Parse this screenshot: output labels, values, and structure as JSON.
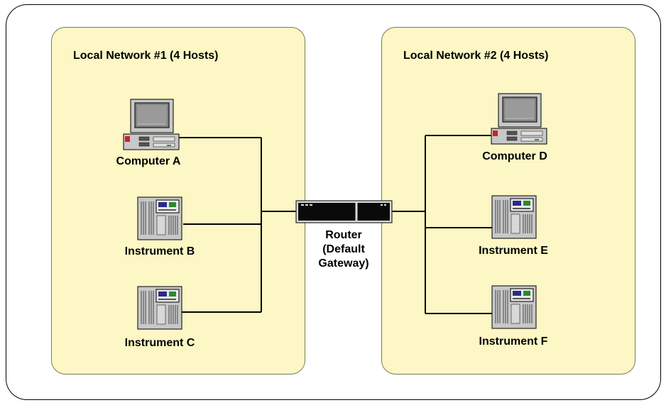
{
  "networks": [
    {
      "title": "Local Network #1 (4 Hosts)",
      "hosts": [
        "Computer A",
        "Instrument B",
        "Instrument C"
      ]
    },
    {
      "title": "Local Network #2 (4 Hosts)",
      "hosts": [
        "Computer D",
        "Instrument E",
        "Instrument F"
      ]
    }
  ],
  "router": {
    "line1": "Router",
    "line2": "(Default",
    "line3": "Gateway)"
  },
  "icons": {
    "computer": "desktop-computer-icon",
    "instrument": "instrument-tower-icon",
    "router": "router-icon"
  },
  "colors": {
    "network_fill": "#fcf7c5",
    "line": "#000000"
  }
}
